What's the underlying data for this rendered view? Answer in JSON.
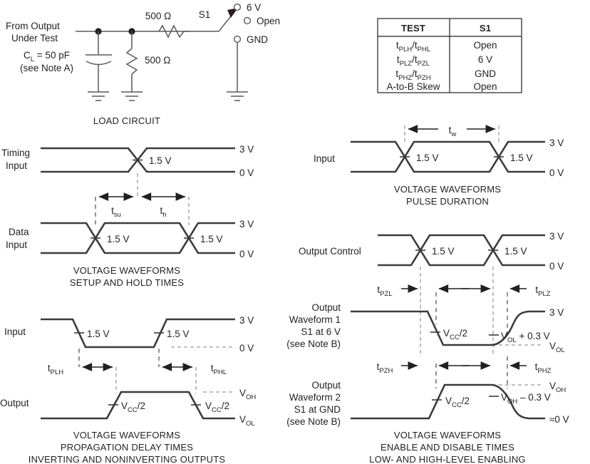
{
  "load_circuit": {
    "source_label_line1": "From Output",
    "source_label_line2": "Under Test",
    "cap_label": "C",
    "cap_sub": "L",
    "cap_value": " = 50 pF",
    "note_label": "(see Note A)",
    "series_resistor": "500 Ω",
    "shunt_resistor": "500 Ω",
    "switch_label": "S1",
    "terminal_6v": "6 V",
    "terminal_open": "Open",
    "terminal_gnd": "GND",
    "caption": "LOAD CIRCUIT"
  },
  "test_table": {
    "headers": [
      "TEST",
      "S1"
    ],
    "rows": [
      {
        "test": "t",
        "test_sub1": "PLH",
        "test_mid": "/t",
        "test_sub2": "PHL",
        "s1": "Open"
      },
      {
        "test": "t",
        "test_sub1": "PLZ",
        "test_mid": "/t",
        "test_sub2": "PZL",
        "s1": "6 V"
      },
      {
        "test": "t",
        "test_sub1": "PHZ",
        "test_mid": "/t",
        "test_sub2": "PZH",
        "s1": "GND"
      },
      {
        "test": "A-to-B Skew",
        "test_sub1": "",
        "test_mid": "",
        "test_sub2": "",
        "s1": "Open"
      }
    ]
  },
  "setup_hold": {
    "row1_label_line1": "Timing",
    "row1_label_line2": "Input",
    "row2_label_line1": "Data",
    "row2_label_line2": "Input",
    "level_high": "3 V",
    "level_low": "0 V",
    "threshold": "1.5 V",
    "t_setup": "t",
    "t_setup_sub": "su",
    "t_hold": "t",
    "t_hold_sub": "h",
    "caption_line1": "VOLTAGE WAVEFORMS",
    "caption_line2": "SETUP AND HOLD TIMES"
  },
  "pulse_duration": {
    "row_label": "Input",
    "level_high": "3 V",
    "level_low": "0 V",
    "threshold_left": "1.5 V",
    "threshold_right": "1.5 V",
    "t_width": "t",
    "t_width_sub": "w",
    "caption_line1": "VOLTAGE WAVEFORMS",
    "caption_line2": "PULSE DURATION"
  },
  "prop_delay": {
    "input_label": "Input",
    "output_label": "Output",
    "level_high": "3 V",
    "level_low": "0 V",
    "threshold_left": "1.5 V",
    "threshold_right": "1.5 V",
    "t_plh": "t",
    "t_plh_sub": "PLH",
    "t_phl": "t",
    "t_phl_sub": "PHL",
    "vcc_half_left": "V",
    "vcc_half_left_sub": "CC",
    "vcc_half_left_tail": "/2",
    "vcc_half_right": "V",
    "vcc_half_right_sub": "CC",
    "vcc_half_right_tail": "/2",
    "voh": "V",
    "voh_sub": "OH",
    "vol": "V",
    "vol_sub": "OL",
    "caption_line1": "VOLTAGE WAVEFORMS",
    "caption_line2": "PROPAGATION DELAY TIMES",
    "caption_line3": "INVERTING AND NONINVERTING OUTPUTS"
  },
  "enable_disable": {
    "control_label": "Output Control",
    "control_high": "3 V",
    "control_low": "0 V",
    "threshold_left": "1.5 V",
    "threshold_right": "1.5 V",
    "wf1_line1": "Output",
    "wf1_line2": "Waveform 1",
    "wf1_line3": "S1 at 6 V",
    "wf1_line4": "(see Note B)",
    "wf2_line1": "Output",
    "wf2_line2": "Waveform 2",
    "wf2_line3": "S1 at GND",
    "wf2_line4": "(see Note B)",
    "t_pzl": "t",
    "t_pzl_sub": "PZL",
    "t_plz": "t",
    "t_plz_sub": "PLZ",
    "t_pzh": "t",
    "t_pzh_sub": "PZH",
    "t_phz": "t",
    "t_phz_sub": "PHZ",
    "wf1_vcc": "V",
    "wf1_vcc_sub": "CC",
    "wf1_vcc_tail": "/2",
    "wf1_high": "3 V",
    "wf1_vol_plus": "V",
    "wf1_vol_plus_sub": "OL",
    "wf1_vol_plus_tail": " + 0.3 V",
    "wf1_vol": "V",
    "wf1_vol_sub": "OL",
    "wf2_vcc": "V",
    "wf2_vcc_sub": "CC",
    "wf2_vcc_tail": "/2",
    "wf2_voh": "V",
    "wf2_voh_sub": "OH",
    "wf2_voh_minus": "V",
    "wf2_voh_minus_sub": "OH",
    "wf2_voh_minus_tail": " – 0.3 V",
    "wf2_zero": "≈0 V",
    "caption_line1": "VOLTAGE WAVEFORMS",
    "caption_line2": "ENABLE AND DISABLE TIMES",
    "caption_line3": "LOW- AND HIGH-LEVEL ENABLING"
  }
}
